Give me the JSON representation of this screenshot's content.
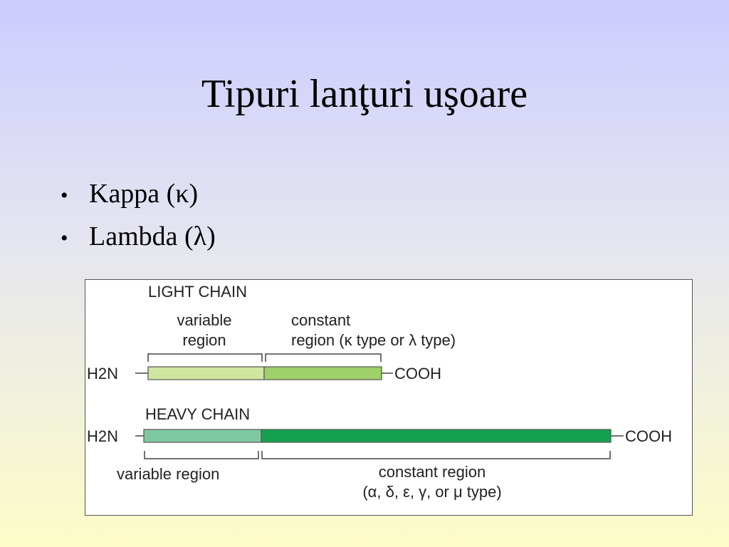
{
  "slide": {
    "title": "Tipuri lanţuri uşoare",
    "bullets": [
      {
        "symbol": "•",
        "text": "Kappa (κ)"
      },
      {
        "symbol": "•",
        "text": "Lambda (λ)"
      }
    ]
  },
  "diagram": {
    "light_chain": {
      "heading": "LIGHT CHAIN",
      "variable_label_line1": "variable",
      "variable_label_line2": "region",
      "constant_label_line1": "constant",
      "constant_label_line2": "region (κ type or λ type)",
      "n_terminus": "H2N",
      "c_terminus": "COOH",
      "variable_color": "#cfe6a0",
      "constant_color": "#9fd168"
    },
    "heavy_chain": {
      "heading": "HEAVY CHAIN",
      "variable_label": "variable region",
      "constant_label_line1": "constant region",
      "constant_label_line2": "(α, δ, ε, γ, or μ type)",
      "n_terminus": "H2N",
      "c_terminus": "COOH",
      "variable_color": "#7fc8a0",
      "constant_color": "#14a050"
    }
  }
}
